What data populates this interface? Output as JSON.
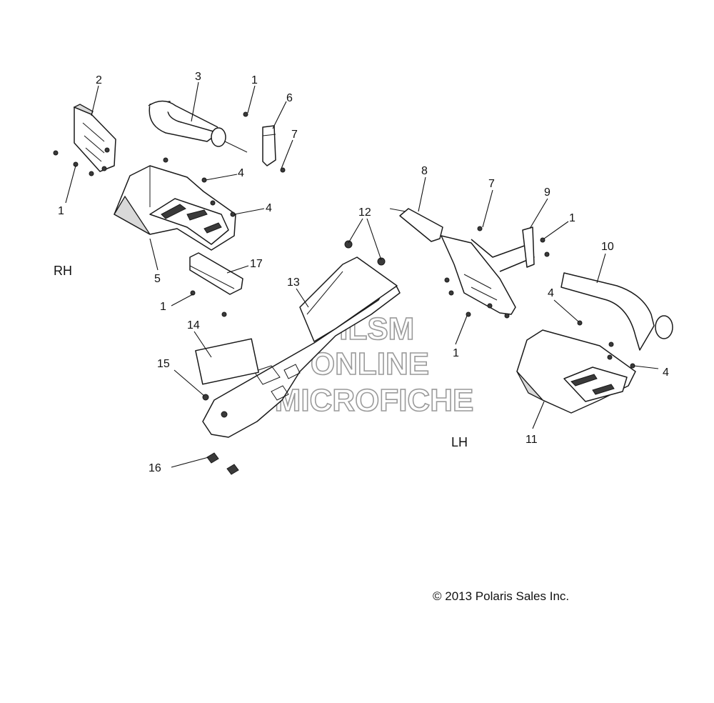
{
  "side_labels": {
    "right": "RH",
    "left": "LH"
  },
  "watermark": {
    "line1": "HLSM",
    "line2": "ONLINE",
    "line3": "MICROFICHE"
  },
  "copyright": "© 2013 Polaris Sales Inc.",
  "callouts": {
    "c1a": "1",
    "c1b": "1",
    "c1c": "1",
    "c1d": "1",
    "c1e": "1",
    "c2": "2",
    "c3": "3",
    "c4a": "4",
    "c4b": "4",
    "c4c": "4",
    "c4d": "4",
    "c5": "5",
    "c6": "6",
    "c7a": "7",
    "c7b": "7",
    "c8": "8",
    "c9": "9",
    "c10": "10",
    "c11": "11",
    "c12": "12",
    "c13": "13",
    "c14": "14",
    "c15": "15",
    "c16": "16",
    "c17": "17"
  }
}
